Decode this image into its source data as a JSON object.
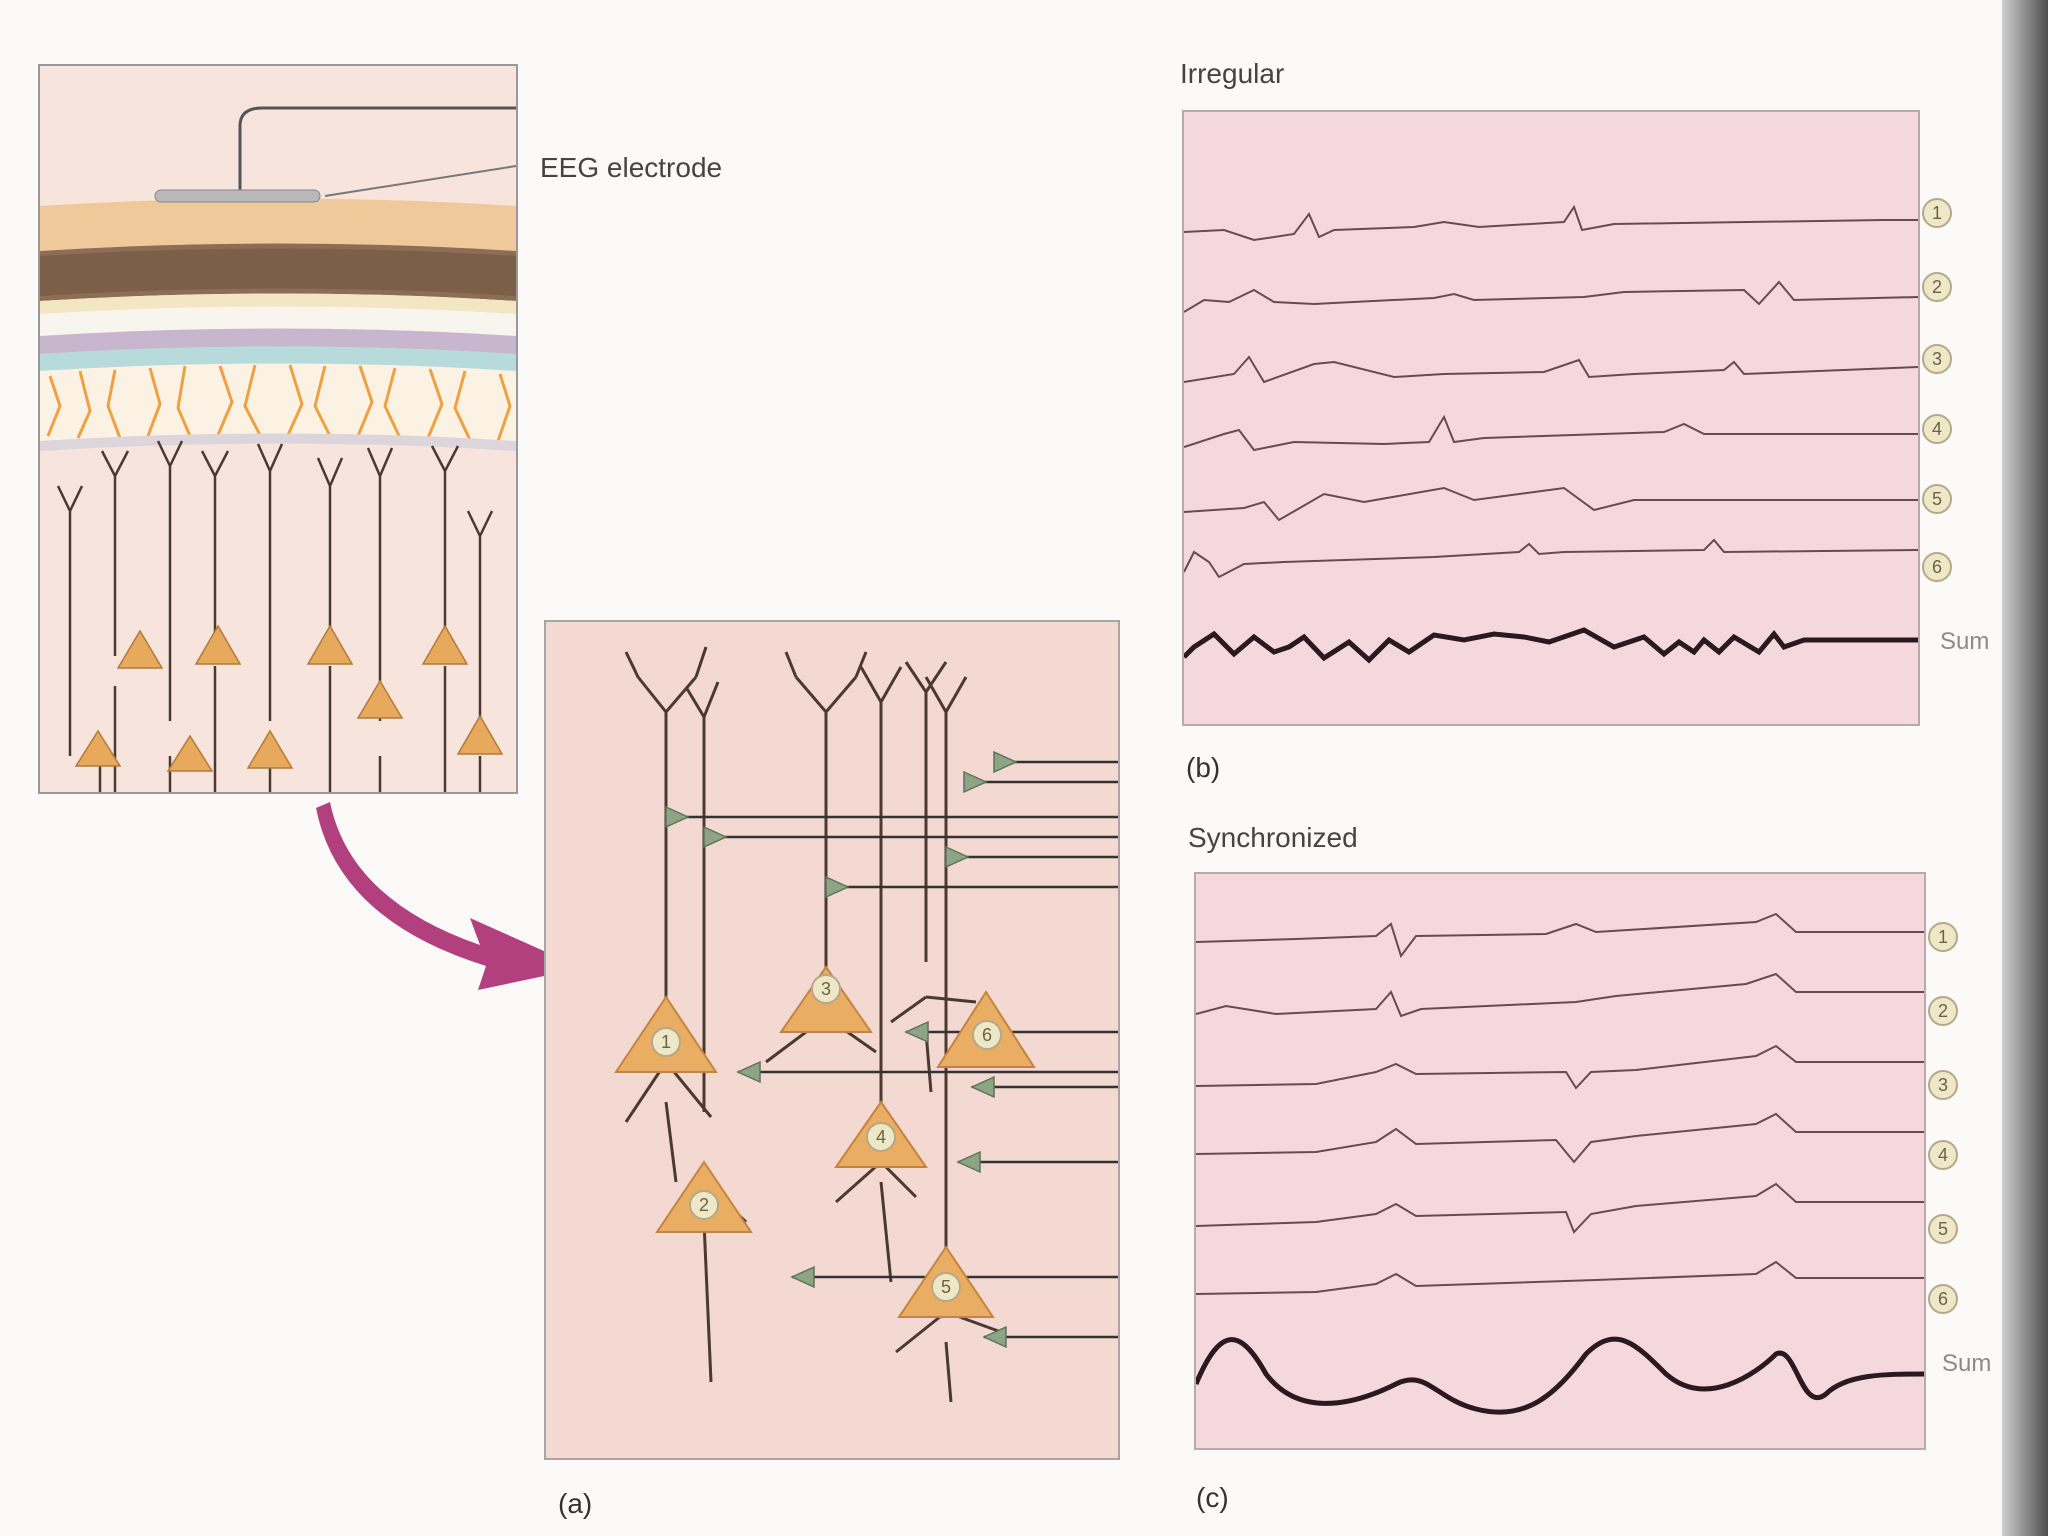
{
  "electrode_label": "EEG electrode",
  "panels": {
    "a": "(a)",
    "b": "(b)",
    "c": "(c)"
  },
  "irregular": {
    "title": "Irregular",
    "trace_labels": [
      "1",
      "2",
      "3",
      "4",
      "5",
      "6"
    ],
    "sum_label": "Sum"
  },
  "synchronized": {
    "title": "Synchronized",
    "trace_labels": [
      "1",
      "2",
      "3",
      "4",
      "5",
      "6"
    ],
    "sum_label": "Sum"
  },
  "neurons": [
    "1",
    "2",
    "3",
    "4",
    "5",
    "6"
  ],
  "colors": {
    "trace_bg": "#f5d8de",
    "network_bg": "#f3d9d2",
    "neuron_fill": "#e9ad63",
    "arrow": "#b2407f"
  }
}
